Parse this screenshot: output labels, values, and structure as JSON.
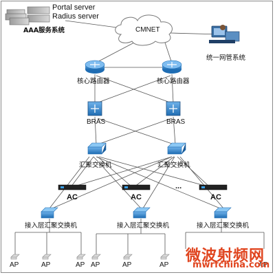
{
  "top": {
    "portal_server": "Portal server",
    "radius_server": "Radius server",
    "aaa_system": "AAA服务系统",
    "cloud": "CMNET",
    "nms": "统一网管系统"
  },
  "core": {
    "router_left": "核心路由器",
    "router_right": "核心路由器"
  },
  "bras": {
    "left": "BRAS",
    "right": "BRAS"
  },
  "agg": {
    "left": "汇聚交换机",
    "right": "汇聚交换机"
  },
  "ac": {
    "a": "AC",
    "b": "AC",
    "c": "AC",
    "ellipsis": "..."
  },
  "access": {
    "left": "接入层汇聚交换机",
    "mid": "接入层汇聚交换机",
    "right": "接入层汇聚交换机"
  },
  "aps": [
    "AP",
    "AP",
    "AP",
    "AP",
    "AP",
    "AP",
    "AP"
  ],
  "watermark": {
    "cn": "微波射频网",
    "url": "mwrfchina.com"
  },
  "colors": {
    "device_blue": "#2a7cc4",
    "ap_gray": "#d8d8d8",
    "watermark": "#e0451f"
  }
}
